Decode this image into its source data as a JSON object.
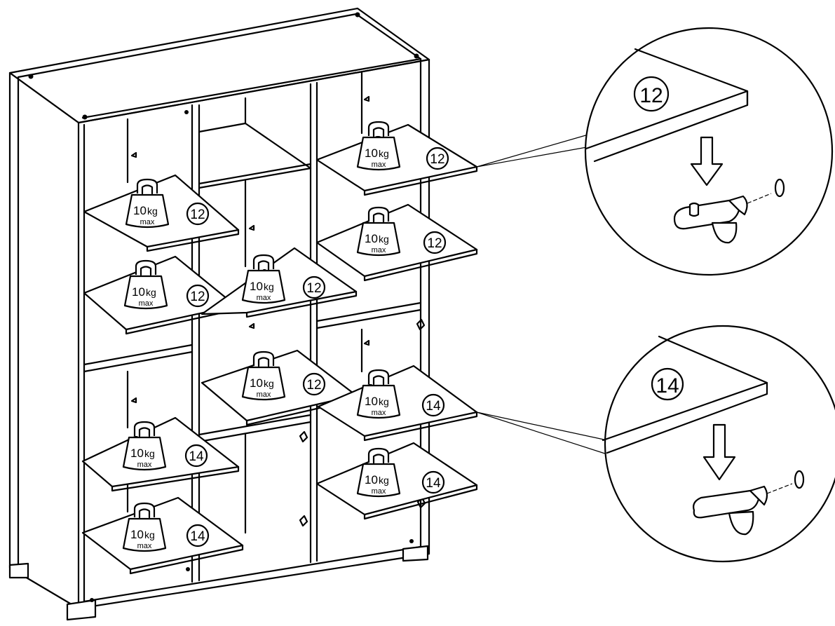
{
  "colors": {
    "ink": "#000000",
    "paper": "#ffffff"
  },
  "weight": {
    "value": "10",
    "unit": "kg",
    "note": "max"
  },
  "shelves": [
    {
      "part": "12"
    },
    {
      "part": "12"
    },
    {
      "part": "12"
    },
    {
      "part": "12"
    },
    {
      "part": "12"
    },
    {
      "part": "12"
    },
    {
      "part": "14"
    },
    {
      "part": "14"
    },
    {
      "part": "14"
    },
    {
      "part": "14"
    }
  ],
  "details": [
    {
      "part": "12"
    },
    {
      "part": "14"
    }
  ],
  "icons": [
    "weight-icon",
    "down-arrow-icon",
    "shelf-support-pin-icon",
    "dowel-hole-icon"
  ]
}
